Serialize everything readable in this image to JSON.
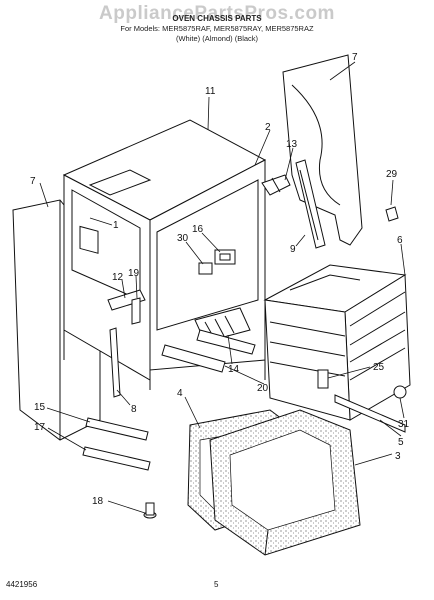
{
  "header": {
    "watermark": "AppliancePartsPros.com",
    "title": "OVEN CHASSIS PARTS",
    "models": "For Models: MER5875RAF, MER5875RAY, MER5875RAZ",
    "colors": "(White)   (Almond)   (Black)"
  },
  "labels": [
    {
      "id": "p11",
      "text": "11"
    },
    {
      "id": "p7a",
      "text": "7"
    },
    {
      "id": "p2",
      "text": "2"
    },
    {
      "id": "p13",
      "text": "13"
    },
    {
      "id": "p29",
      "text": "29"
    },
    {
      "id": "p7b",
      "text": "7"
    },
    {
      "id": "p1",
      "text": "1"
    },
    {
      "id": "p16",
      "text": "16"
    },
    {
      "id": "p30",
      "text": "30"
    },
    {
      "id": "p9",
      "text": "9"
    },
    {
      "id": "p6",
      "text": "6"
    },
    {
      "id": "p12",
      "text": "12"
    },
    {
      "id": "p19",
      "text": "19"
    },
    {
      "id": "p14",
      "text": "14"
    },
    {
      "id": "p25",
      "text": "25"
    },
    {
      "id": "p20",
      "text": "20"
    },
    {
      "id": "p8",
      "text": "8"
    },
    {
      "id": "p4",
      "text": "4"
    },
    {
      "id": "p15",
      "text": "15"
    },
    {
      "id": "p17",
      "text": "17"
    },
    {
      "id": "p31",
      "text": "31"
    },
    {
      "id": "p5",
      "text": "5"
    },
    {
      "id": "p3",
      "text": "3"
    },
    {
      "id": "p18",
      "text": "18"
    }
  ],
  "footer": {
    "doc_number": "4421956",
    "page": "5"
  }
}
